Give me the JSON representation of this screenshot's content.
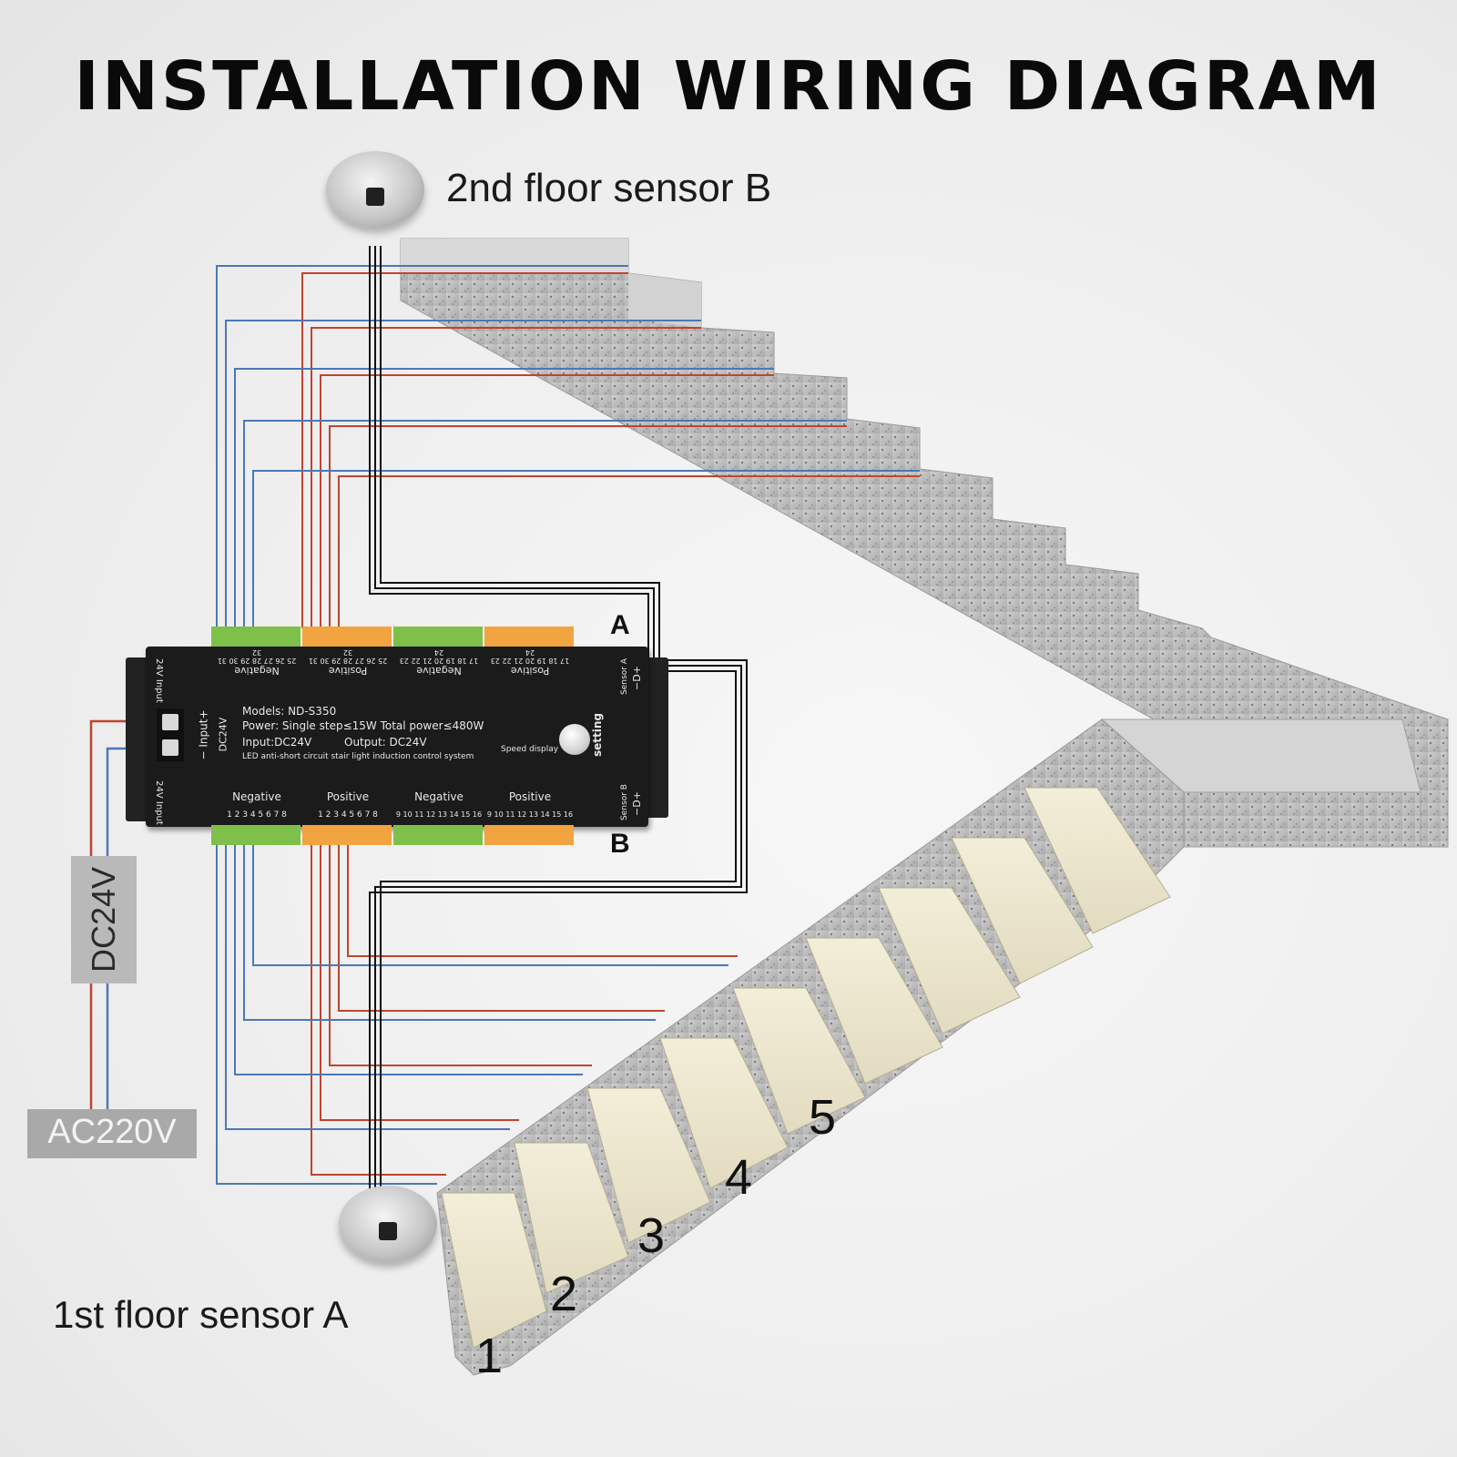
{
  "title": "INSTALLATION WIRING DIAGRAM",
  "sensors": {
    "top": {
      "label": "2nd floor sensor B"
    },
    "bottom": {
      "label": "1st floor sensor A"
    }
  },
  "power": {
    "dc_label": "DC24V",
    "ac_label": "AC220V"
  },
  "controller": {
    "model": "Models:  ND-S350",
    "power": "Power:  Single step≤15W Total power≤480W",
    "input": "Input:DC24V",
    "output": "Output:  DC24V",
    "description": "LED anti-short circuit stair light induction control system",
    "speed_display": "Speed display",
    "setting": "setting",
    "input_side": "− Input+",
    "input_side_dc": "DC24V",
    "input_24v_top": "24V Input",
    "input_24v_bottom": "24V Input",
    "sensor_a": "Sensor A",
    "sensor_b": "Sensor B",
    "sensor_pins": "−D+",
    "port_a": "A",
    "port_b": "B",
    "bottom_groups": [
      "Negative",
      "Positive",
      "Negative",
      "Positive"
    ],
    "top_groups": [
      "Negative",
      "Positive",
      "Negative",
      "Positive"
    ],
    "bottom_numbers": [
      "1 2 3 4 5 6 7 8",
      "1 2 3 4 5 6 7 8",
      "9 10 11 12 13 14 15 16",
      "9 10 11 12 13 14 15 16"
    ],
    "top_numbers": [
      "25 26 27 28 29 30 31 32",
      "25 26 27 28 29 30 31 32",
      "17 18 19 20 21 22 23 24",
      "17 18 19 20 21 22 23 24"
    ]
  },
  "steps": [
    "1",
    "2",
    "3",
    "4",
    "5"
  ],
  "colors": {
    "wire_red": "#c0442e",
    "wire_blue": "#4a78b8",
    "wire_black": "#111111",
    "terminal_green": "#7fc04b",
    "terminal_orange": "#f2a440"
  }
}
